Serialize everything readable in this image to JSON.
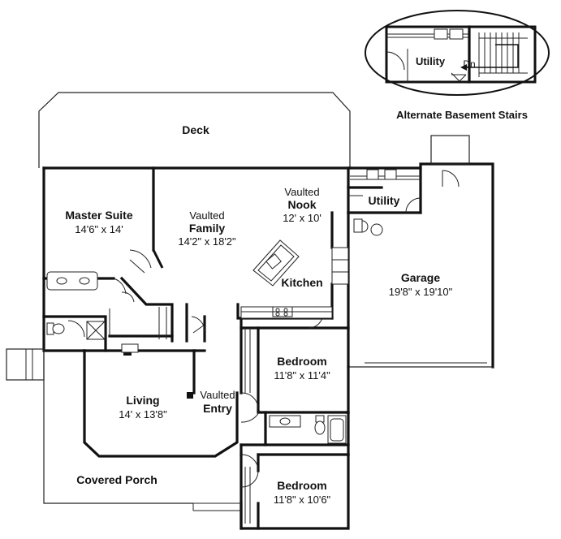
{
  "plan": {
    "alt_stairs_title": "Alternate Basement Stairs",
    "inset": {
      "utility": "Utility",
      "dn": "Dn"
    },
    "rooms": {
      "deck": "Deck",
      "master_name": "Master Suite",
      "master_dim": "14'6\" x 14'",
      "family_vaulted": "Vaulted",
      "family_name": "Family",
      "family_dim": "14'2\" x 18'2\"",
      "nook_vaulted": "Vaulted",
      "nook_name": "Nook",
      "nook_dim": "12' x 10'",
      "utility": "Utility",
      "kitchen": "Kitchen",
      "garage_name": "Garage",
      "garage_dim": "19'8\" x 19'10\"",
      "bedroom1_name": "Bedroom",
      "bedroom1_dim": "11'8\" x 11'4\"",
      "living_name": "Living",
      "living_dim": "14' x 13'8\"",
      "entry_vaulted": "Vaulted",
      "entry_name": "Entry",
      "porch": "Covered Porch",
      "bedroom2_name": "Bedroom",
      "bedroom2_dim": "11'8\" x 10'6\""
    }
  }
}
